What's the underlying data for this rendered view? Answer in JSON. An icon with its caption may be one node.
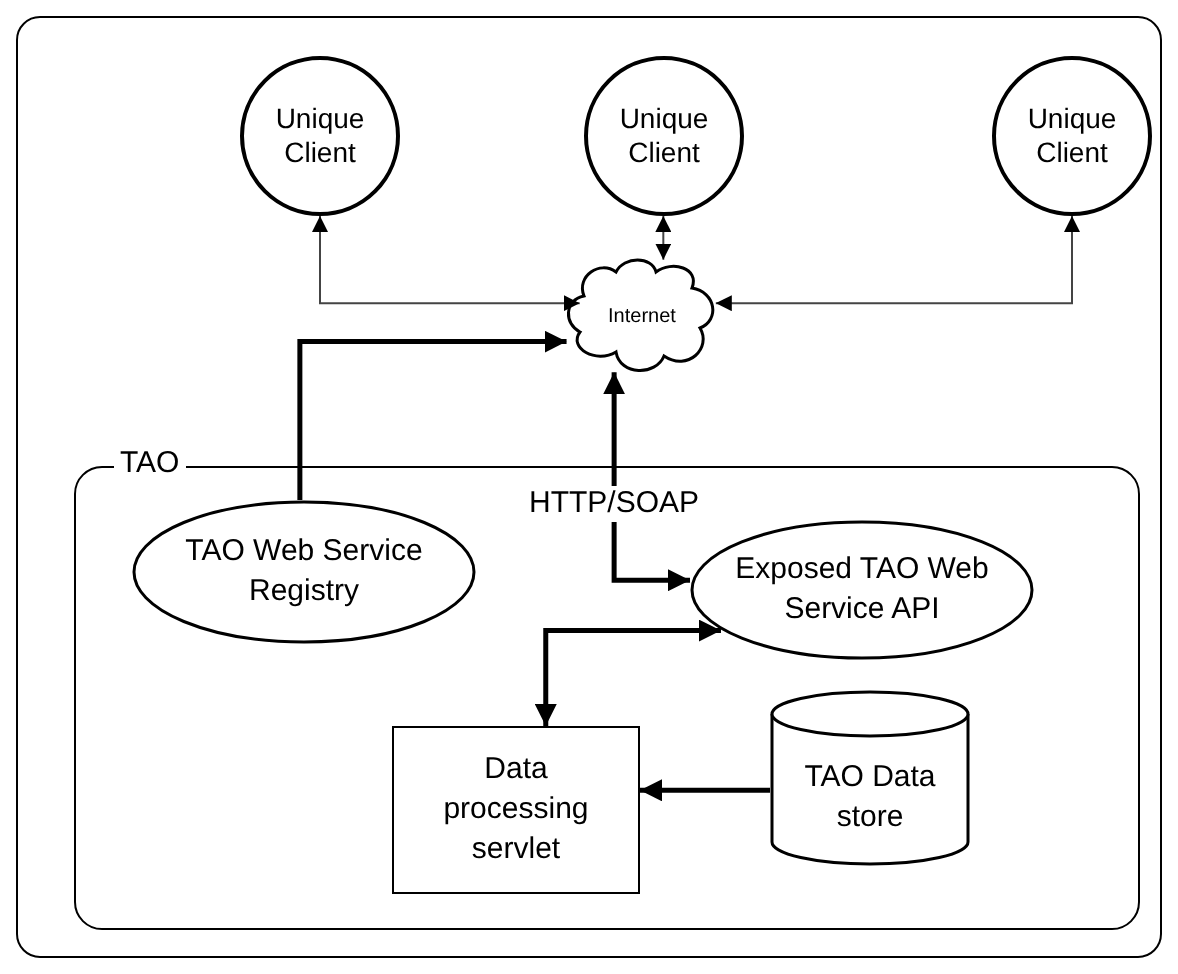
{
  "diagram": {
    "nodes": [
      {
        "text": [],
        "shape": "box"
      },
      {
        "text": [
          "Unique Client"
        ],
        "in": 0
      },
      {
        "text": [
          "Unique Client"
        ],
        "in": 0
      },
      {
        "text": [
          "Unique Client"
        ],
        "in": 0
      },
      {
        "text": [
          "Internet"
        ],
        "in": 0
      },
      {
        "text": [
          "TAO"
        ],
        "in": 0
      },
      {
        "text": [
          "TAO Web Service Registry"
        ],
        "in": 5
      },
      {
        "text": [
          "Exposed TAO Web Service API"
        ],
        "in": 5
      },
      {
        "text": [
          "Data processing servlet"
        ],
        "in": 5
      },
      {
        "text": [
          "TAO Data store"
        ],
        "in": 5
      }
    ],
    "edges": [
      {
        "from": 4,
        "to": 1,
        "arrow": "both",
        "color": "#444444"
      },
      {
        "from": 4,
        "to": 2,
        "arrow": "both",
        "color": "#444444"
      },
      {
        "from": 4,
        "to": 3,
        "arrow": "both",
        "color": "#444444"
      },
      {
        "from": 6,
        "to": 4,
        "arrow": "to"
      },
      {
        "from": 7,
        "to": 4,
        "arrow": "both",
        "label": "HTTP/SOAP"
      },
      {
        "from": 7,
        "to": 8,
        "arrow": "both"
      },
      {
        "from": 9,
        "to": 8,
        "arrow": "to"
      }
    ]
  }
}
